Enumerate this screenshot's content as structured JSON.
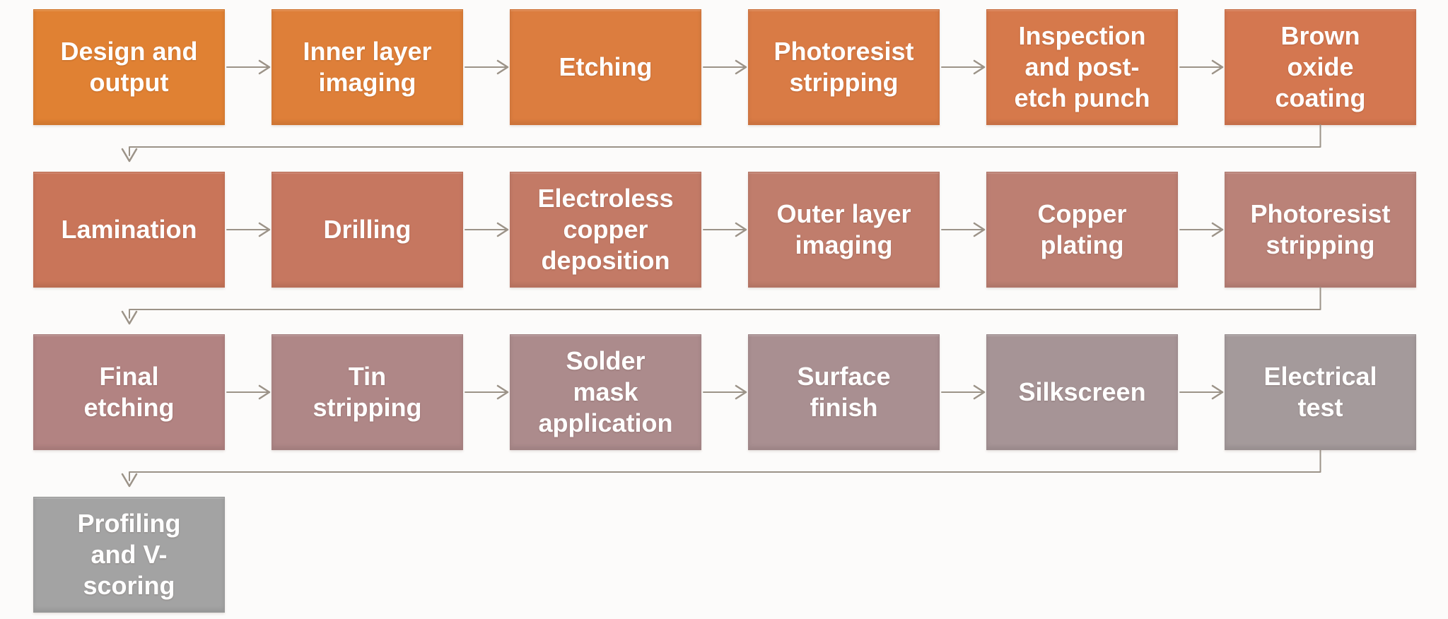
{
  "flowchart": {
    "background_color": "#FCFBFA",
    "text_color": "#FFFFFF",
    "connector_color": "#9C9388",
    "steps": [
      {
        "id": "design-and-output",
        "row": 0,
        "col": 0,
        "label": "Design and\noutput",
        "color": "#E08133"
      },
      {
        "id": "inner-layer-imaging",
        "row": 0,
        "col": 1,
        "label": "Inner layer\nimaging",
        "color": "#DE7F39"
      },
      {
        "id": "etching",
        "row": 0,
        "col": 2,
        "label": "Etching",
        "color": "#DC7D3F"
      },
      {
        "id": "photoresist-stripping-inner",
        "row": 0,
        "col": 3,
        "label": "Photoresist\nstripping",
        "color": "#D97B45"
      },
      {
        "id": "inspection-and-post-etch-punch",
        "row": 0,
        "col": 4,
        "label": "Inspection\nand post-\netch punch",
        "color": "#D6794B"
      },
      {
        "id": "brown-oxide-coating",
        "row": 0,
        "col": 5,
        "label": "Brown\noxide\ncoating",
        "color": "#D47750"
      },
      {
        "id": "lamination",
        "row": 1,
        "col": 0,
        "label": "Lamination",
        "color": "#C97559"
      },
      {
        "id": "drilling",
        "row": 1,
        "col": 1,
        "label": "Drilling",
        "color": "#C67760"
      },
      {
        "id": "electroless-copper-deposition",
        "row": 1,
        "col": 2,
        "label": "Electroless\ncopper\ndeposition",
        "color": "#C37A66"
      },
      {
        "id": "outer-layer-imaging",
        "row": 1,
        "col": 3,
        "label": "Outer layer\nimaging",
        "color": "#C07D6C"
      },
      {
        "id": "copper-plating",
        "row": 1,
        "col": 4,
        "label": "Copper\nplating",
        "color": "#BD7F72"
      },
      {
        "id": "photoresist-stripping-outer",
        "row": 1,
        "col": 5,
        "label": "Photoresist\nstripping",
        "color": "#BA8278"
      },
      {
        "id": "final-etching",
        "row": 2,
        "col": 0,
        "label": "Final\netching",
        "color": "#B28382"
      },
      {
        "id": "tin-stripping",
        "row": 2,
        "col": 1,
        "label": "Tin\nstripping",
        "color": "#AF8787"
      },
      {
        "id": "solder-mask-application",
        "row": 2,
        "col": 2,
        "label": "Solder\nmask\napplication",
        "color": "#AC8B8C"
      },
      {
        "id": "surface-finish",
        "row": 2,
        "col": 3,
        "label": "Surface\nfinish",
        "color": "#A98F91"
      },
      {
        "id": "silkscreen",
        "row": 2,
        "col": 4,
        "label": "Silkscreen",
        "color": "#A69496"
      },
      {
        "id": "electrical-test",
        "row": 2,
        "col": 5,
        "label": "Electrical\ntest",
        "color": "#A49A9B"
      },
      {
        "id": "profiling-and-v-scoring",
        "row": 3,
        "col": 0,
        "label": "Profiling\nand V-\nscoring",
        "color": "#A3A3A3"
      }
    ]
  }
}
